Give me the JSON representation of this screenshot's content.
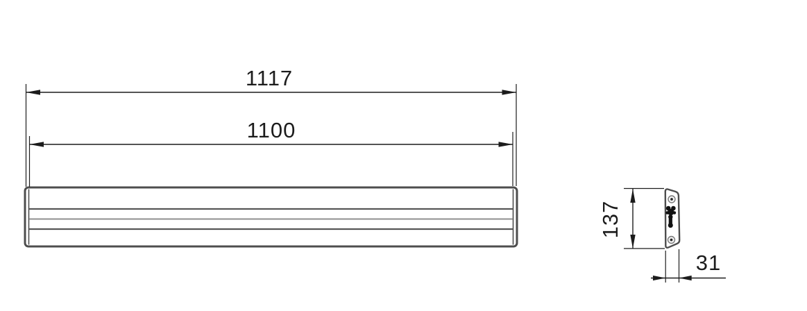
{
  "drawing": {
    "kind": "technical-dimension-drawing",
    "views": [
      "front-view",
      "side-profile-view"
    ]
  },
  "dims": {
    "front": {
      "overall_length": "1117",
      "rail_length": "1100"
    },
    "side": {
      "height": "137",
      "depth": "31"
    }
  },
  "features": {
    "groove_lines": 3,
    "screw_holes": 2,
    "keyhole_slot": 1
  },
  "colors": {
    "background": "#ffffff",
    "dimension_lines": "#1c1c1c",
    "body_outline": "#4d4d4d",
    "groove_light": "#8f8f8f",
    "slot_fill": "#111111"
  }
}
